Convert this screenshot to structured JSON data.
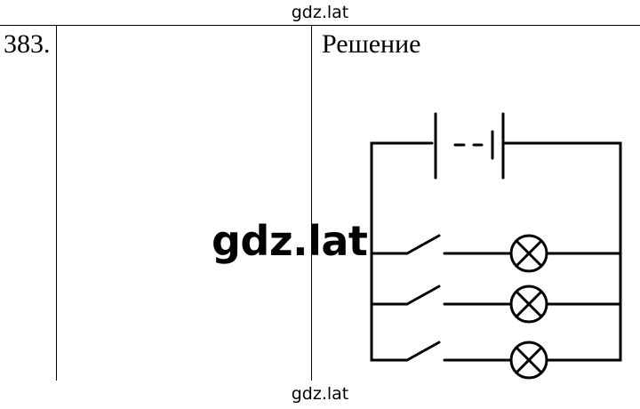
{
  "watermark": {
    "top": "gdz.lat",
    "center": "gdz.lat",
    "bottom": "gdz.lat"
  },
  "task": {
    "number": "383.",
    "heading": "Решение"
  },
  "diagram": {
    "components": [
      "battery",
      "switch",
      "lamp",
      "switch",
      "lamp",
      "switch",
      "lamp"
    ],
    "branches": 3,
    "connection": "parallel"
  }
}
